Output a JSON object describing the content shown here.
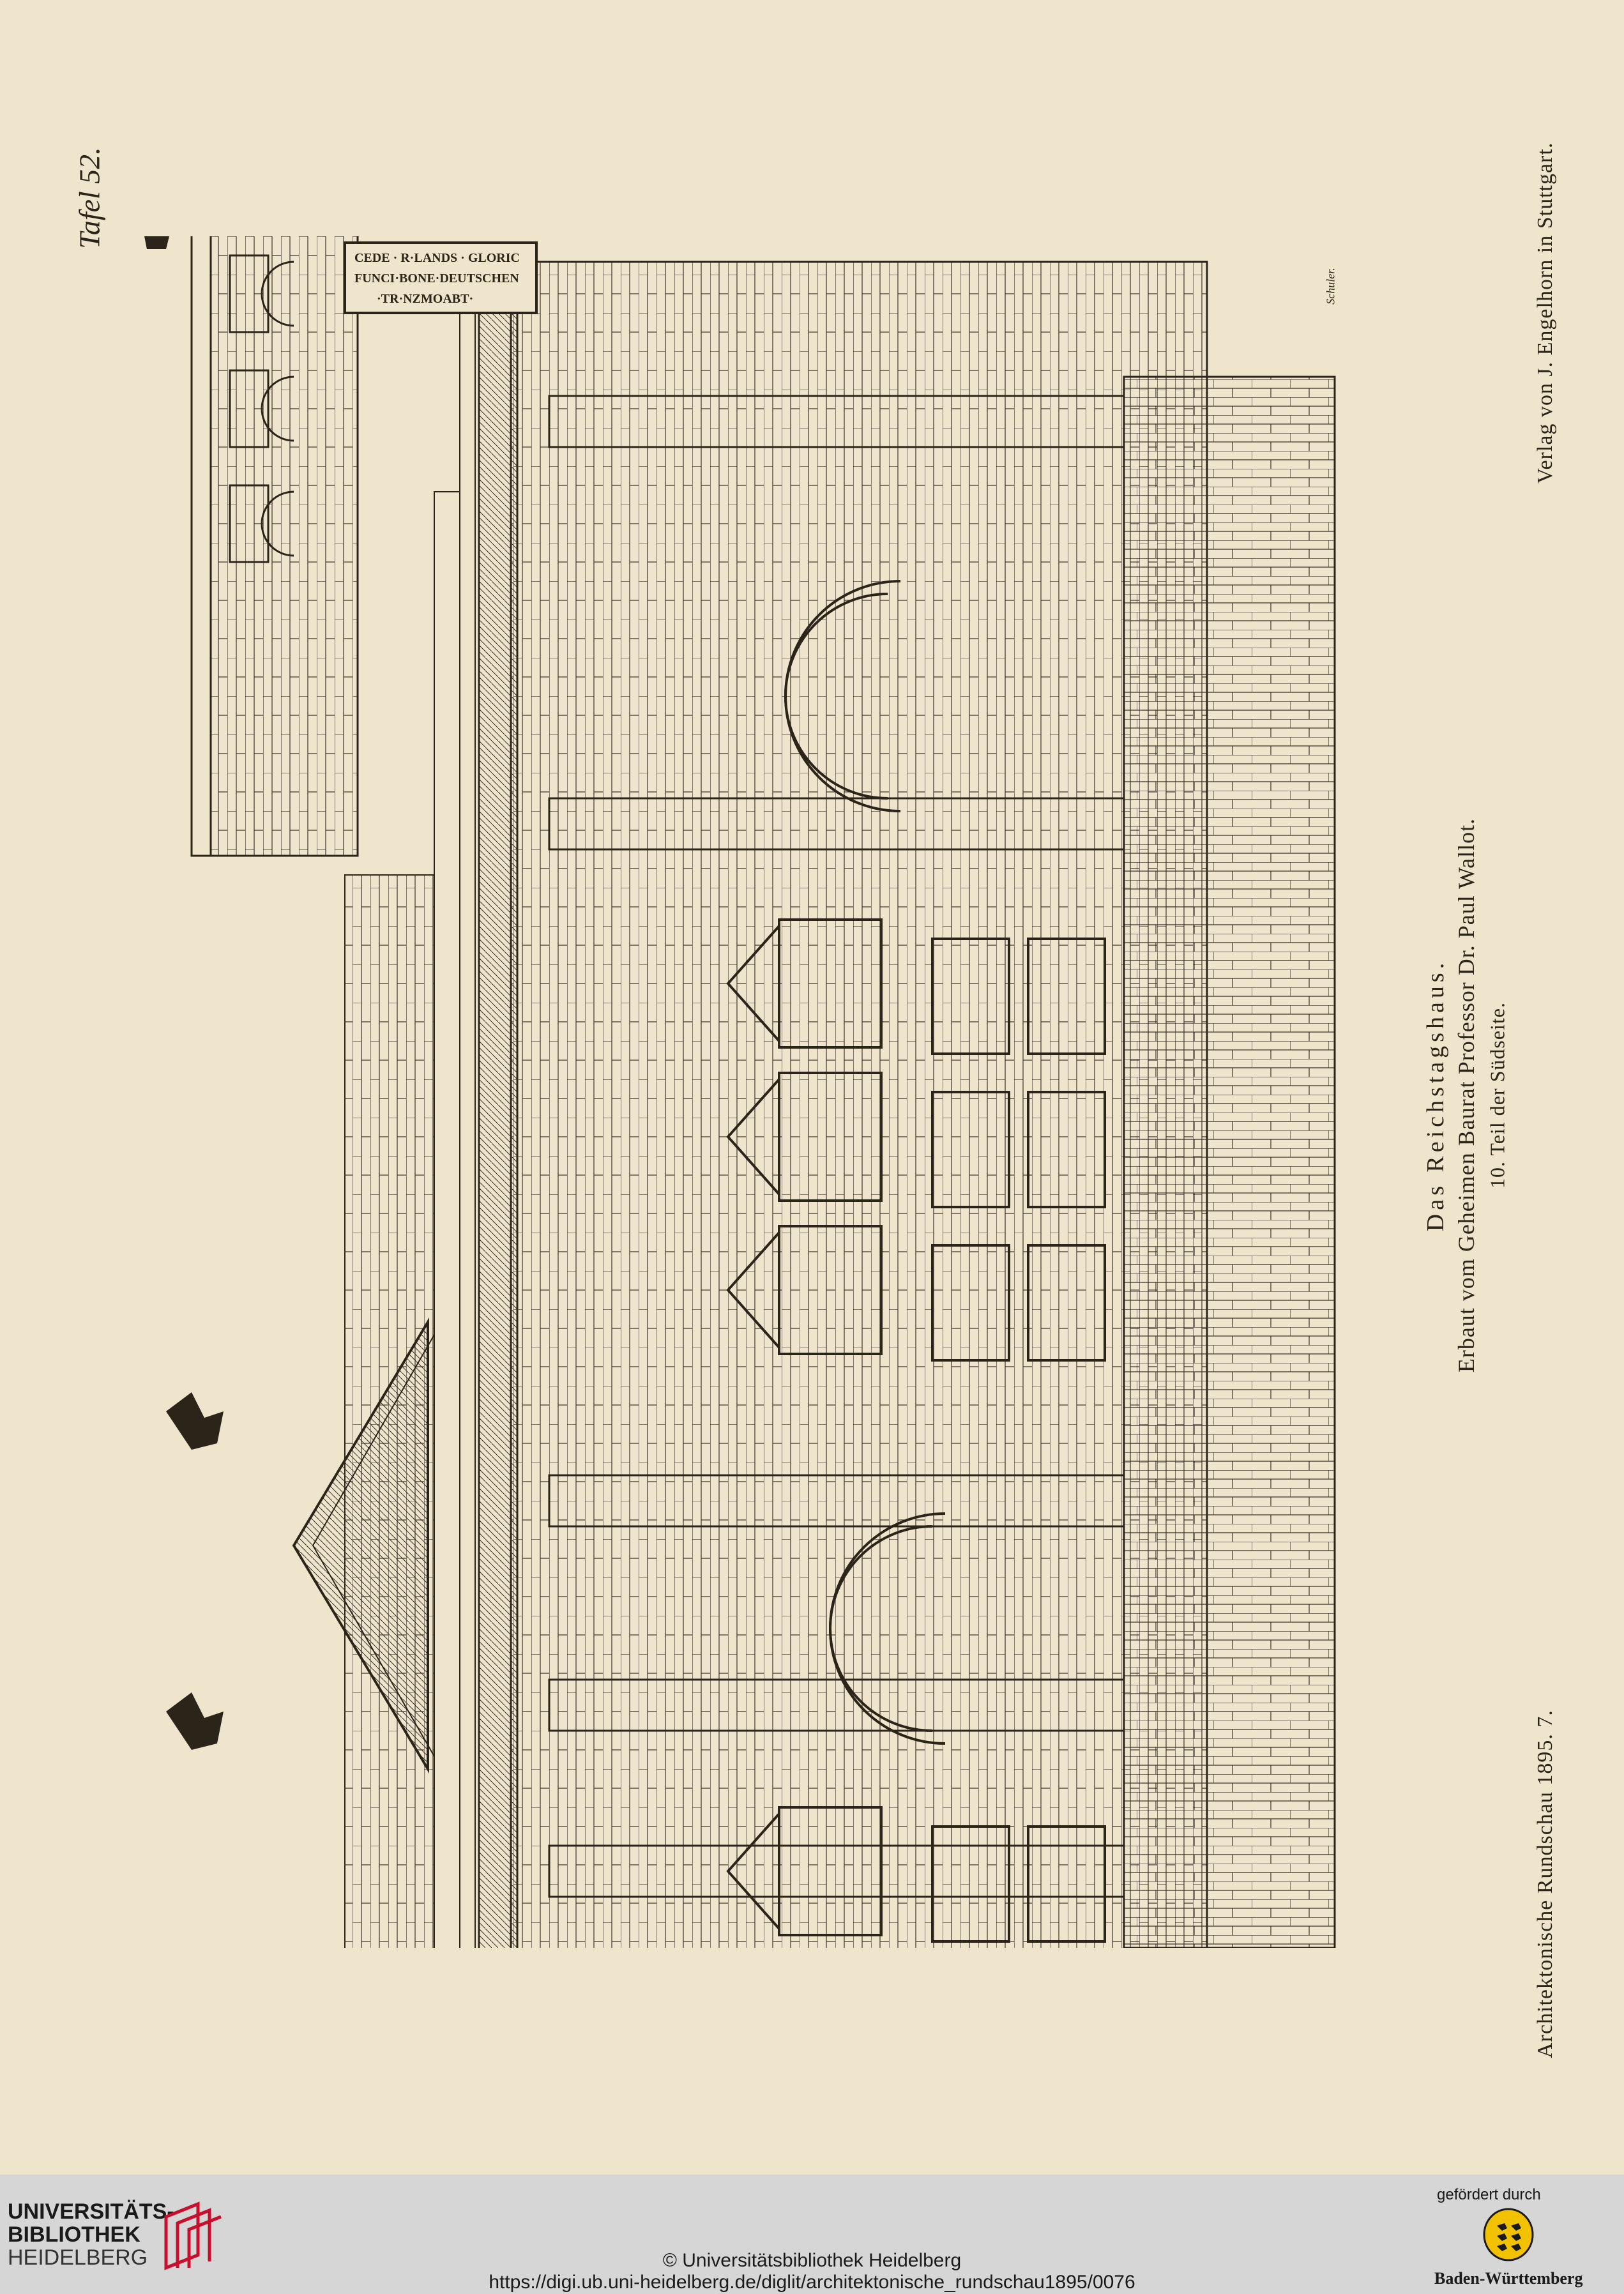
{
  "plate": {
    "number_label": "Tafel 52.",
    "publisher": "Verlag von J. Engelhorn in Stuttgart.",
    "journal": "Architektonische Rundschau 1895. 7.",
    "caption_title": "Das Reichstagshaus.",
    "caption_subtitle": "Erbaut vom Geheimen Baurat Professor Dr. Paul Wallot.",
    "caption_part": "10. Teil der Südseite.",
    "signature": "Schuler."
  },
  "drawing": {
    "inscription_lines": [
      "CEDE · R·LANDS · GLORIC",
      "FUNCI·BONE·DEUTSCHEN",
      "·TR·NZMOABT·"
    ]
  },
  "footer": {
    "library_line1": "UNIVERSITÄTS-",
    "library_line2": "BIBLIOTHEK",
    "library_line3": "HEIDELBERG",
    "copyright": "© Universitätsbibliothek Heidelberg",
    "url": "https://digi.ub.uni-heidelberg.de/diglit/architektonische_rundschau1895/0076",
    "funded_by": "gefördert durch",
    "funder": "Baden-Württemberg"
  },
  "colors": {
    "paper": "#efe5cd",
    "ink": "#2b2419",
    "footer_bg": "#d6d6d6",
    "logo_red": "#c8102e",
    "bw_gold": "#f2c200"
  }
}
